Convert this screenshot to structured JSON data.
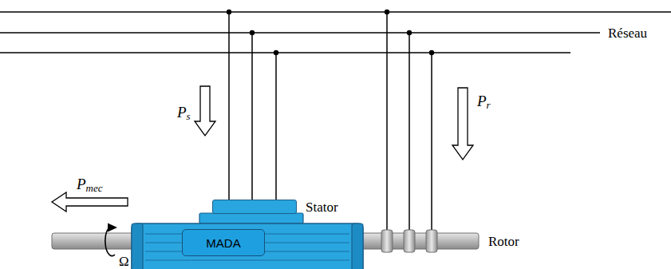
{
  "diagram": {
    "nodes": [
      {
        "text": [
          "Stator"
        ]
      },
      {
        "text": [
          "MADA"
        ]
      }
    ],
    "labels": [
      "Réseau",
      "Ps",
      "Pr",
      "Pmec",
      "Rotor",
      "Ω"
    ]
  }
}
